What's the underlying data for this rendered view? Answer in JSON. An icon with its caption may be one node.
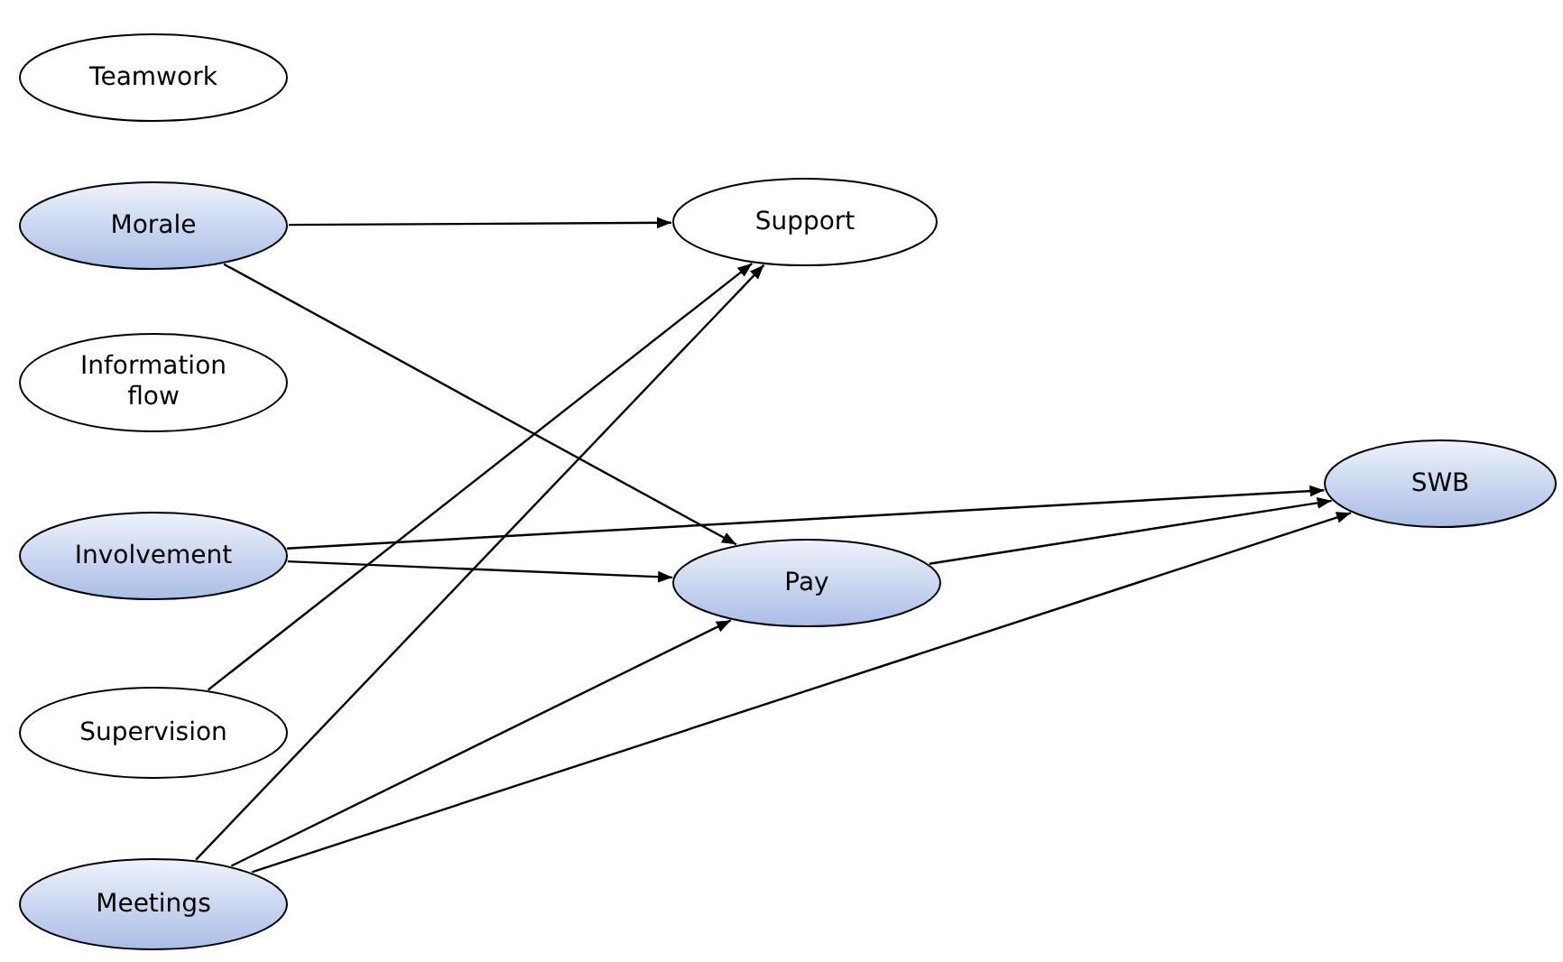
{
  "diagram": {
    "nodes": [
      {
        "text": [
          "Teamwork"
        ]
      },
      {
        "text": [
          "Morale"
        ]
      },
      {
        "text": [
          "Support"
        ]
      },
      {
        "text": [
          "Information flow"
        ]
      },
      {
        "text": [
          "Involvement"
        ]
      },
      {
        "text": [
          "Pay"
        ]
      },
      {
        "text": [
          "SWB"
        ]
      },
      {
        "text": [
          "Supervision"
        ]
      },
      {
        "text": [
          "Meetings"
        ]
      }
    ],
    "edges": [
      {
        "from": 1,
        "to": 2,
        "arrow": "to"
      },
      {
        "from": 1,
        "to": 5,
        "arrow": "to"
      },
      {
        "from": 4,
        "to": 6,
        "arrow": "to"
      },
      {
        "from": 4,
        "to": 5,
        "arrow": "to"
      },
      {
        "from": 5,
        "to": 6,
        "arrow": "to"
      },
      {
        "from": 7,
        "to": 2,
        "arrow": "to"
      },
      {
        "from": 8,
        "to": 2,
        "arrow": "to"
      },
      {
        "from": 8,
        "to": 5,
        "arrow": "to"
      },
      {
        "from": 8,
        "to": 6,
        "arrow": "to"
      }
    ]
  }
}
